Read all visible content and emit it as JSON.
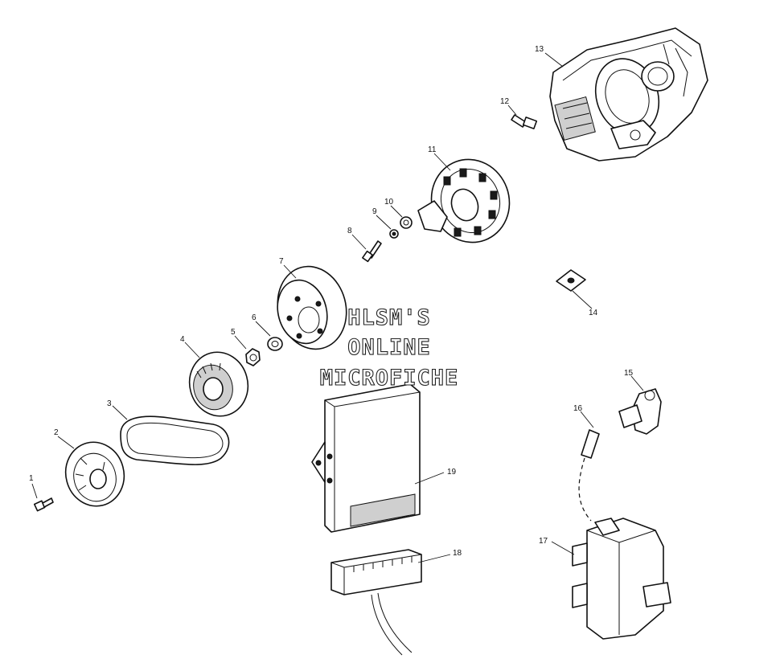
{
  "watermark": {
    "line1": "HLSM'S",
    "line2": "ONLINE",
    "line3": "MICROFICHE"
  },
  "callouts": {
    "c1": "1",
    "c2": "2",
    "c3": "3",
    "c4": "4",
    "c5": "5",
    "c6": "6",
    "c7": "7",
    "c8": "8",
    "c9": "9",
    "c10": "10",
    "c11": "11",
    "c12": "12",
    "c13": "13",
    "c14": "14",
    "c15": "15",
    "c16": "16",
    "c17": "17",
    "c18": "18",
    "c19": "19"
  },
  "colors": {
    "line": "#111111",
    "background": "#ffffff"
  }
}
